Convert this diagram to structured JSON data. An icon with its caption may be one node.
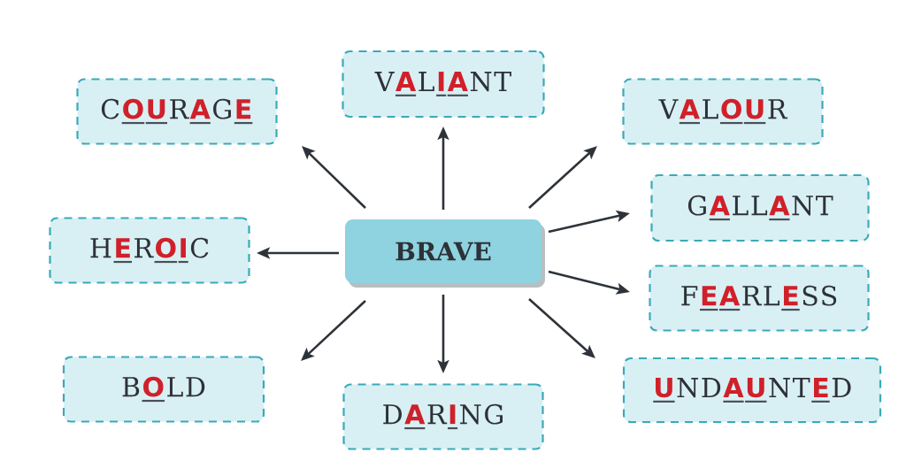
{
  "diagram": {
    "nodes": [
      {
        "text": [
          "BRAVE"
        ]
      },
      {
        "text": [
          "V**A**L**IA**NT"
        ]
      },
      {
        "text": [
          "C**OU**R**A**G**E**"
        ]
      },
      {
        "text": [
          "V**A**L**OU**R"
        ]
      },
      {
        "text": [
          "G**A**LL**A**NT"
        ]
      },
      {
        "text": [
          "H**E**R**OI**C"
        ]
      },
      {
        "text": [
          "F**EA**RL**E**SS"
        ]
      },
      {
        "text": [
          "B**O**LD"
        ]
      },
      {
        "text": [
          "D**A**R**I**NG"
        ]
      },
      {
        "text": [
          "**U**ND**AU**NT**E**D"
        ]
      }
    ],
    "edges": [
      {
        "from": 0,
        "to": 1,
        "arrow": "to"
      },
      {
        "from": 0,
        "to": 2,
        "arrow": "to"
      },
      {
        "from": 0,
        "to": 3,
        "arrow": "to"
      },
      {
        "from": 0,
        "to": 4,
        "arrow": "to"
      },
      {
        "from": 0,
        "to": 5,
        "arrow": "to"
      },
      {
        "from": 0,
        "to": 6,
        "arrow": "to"
      },
      {
        "from": 0,
        "to": 7,
        "arrow": "to"
      },
      {
        "from": 0,
        "to": 8,
        "arrow": "to"
      },
      {
        "from": 0,
        "to": 9,
        "arrow": "to"
      }
    ]
  }
}
